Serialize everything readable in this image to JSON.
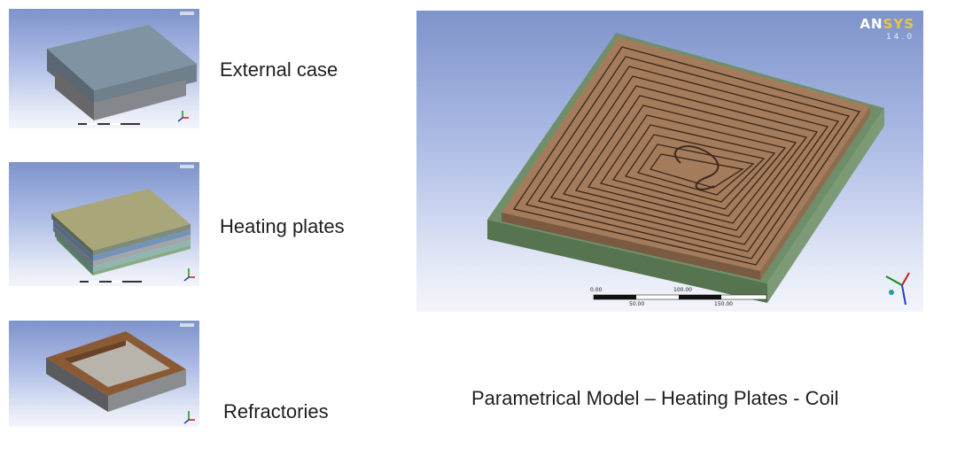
{
  "panels": [
    {
      "label": "External case"
    },
    {
      "label": "Heating plates"
    },
    {
      "label": "Refractories"
    }
  ],
  "main_view": {
    "logo": {
      "prefix": "AN",
      "highlight": "SYS",
      "version": "14.0"
    },
    "scale_top_labels": [
      "0.00",
      "100.00"
    ],
    "scale_bottom_labels": [
      "50.00",
      "150.00"
    ]
  },
  "main_caption": "Parametrical Model – Heating Plates - Coil",
  "colors": {
    "viewport_top": "#7e93cb",
    "viewport_bottom": "#f3f5fb",
    "case_top": "#7f93a3",
    "plate_olive": "#a9a77a",
    "refractory_brown": "#8a5a34",
    "coil_copper": "#a57c5b",
    "base_green": "#5e7d5a"
  }
}
